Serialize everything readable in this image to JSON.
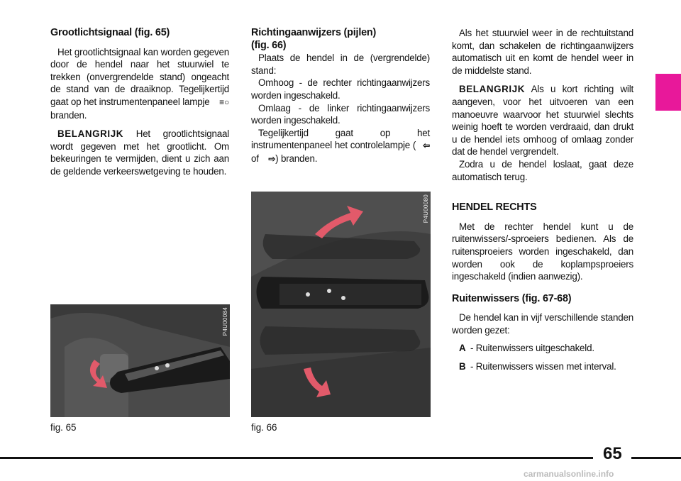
{
  "col1": {
    "heading": "Grootlichtsignaal",
    "heading_ref": "(fig. 65)",
    "p1_text": "Het grootlichtsignaal kan worden gegeven door de hendel naar het stuurwiel te trekken (onvergrendelde stand) ongeacht de stand van de draaiknop. Tegelijkertijd gaat op het instrumentenpaneel lampje",
    "p1_icon": "≡○",
    "p1_end": "branden.",
    "important_label": "BELANGRIJK",
    "p2_text": "Het grootlichtsignaal wordt gegeven met het grootlicht. Om bekeuringen te vermijden, dient u zich aan de geldende verkeerswetgeving te houden."
  },
  "col2": {
    "heading": "Richtingaanwijzers (pijlen)",
    "heading_ref": "(fig. 66)",
    "l1": "Plaats de hendel in de (vergrendelde) stand:",
    "l2": "Omhoog - de rechter richtingaanwijzers worden ingeschakeld.",
    "l3": "Omlaag - de linker richtingaanwijzers worden ingeschakeld.",
    "l4_start": "Tegelijkertijd gaat op het instrumentenpaneel het controlelampje (",
    "l4_icon_left": "⇦",
    "l4_mid": "of",
    "l4_icon_right": "⇨",
    "l4_end": ") branden."
  },
  "col3": {
    "p1": "Als het stuurwiel weer in de rechtuitstand komt, dan schakelen de richtingaanwijzers automatisch uit en komt de hendel weer in de middelste stand.",
    "important_label": "BELANGRIJK",
    "p2": "Als u kort richting wilt aangeven, voor het uitvoeren van een manoeuvre waarvoor het stuurwiel slechts weinig hoeft te worden verdraaid, dan drukt u de hendel iets omhoog of omlaag zonder dat de hendel vergrendelt.",
    "p3": "Zodra u de hendel loslaat, gaat deze automatisch terug.",
    "heading2": "HENDEL RECHTS",
    "p4": "Met de rechter hendel kunt u de ruitenwissers/-sproeiers bedienen. Als de ruitensproeiers worden ingeschakeld, dan worden ook de koplampsproeiers ingeschakeld (indien aanwezig).",
    "heading3": "Ruitenwissers",
    "heading3_ref": "(fig. 67-68)",
    "p5": "De hendel kan in vijf verschillende standen worden gezet:",
    "itemA_key": "A",
    "itemA_text": "- Ruitenwissers uitgeschakeld.",
    "itemB_key": "B",
    "itemB_text": "- Ruitenwissers wissen met interval."
  },
  "figures": {
    "fig65_code": "P4U00084",
    "fig65_caption": "fig. 65",
    "fig66_code": "P4U00080",
    "fig66_caption": "fig. 66"
  },
  "page_number": "65",
  "watermark": "carmanualsonline.info",
  "colors": {
    "accent": "#e8189a",
    "arrow": "#e25a6a"
  }
}
